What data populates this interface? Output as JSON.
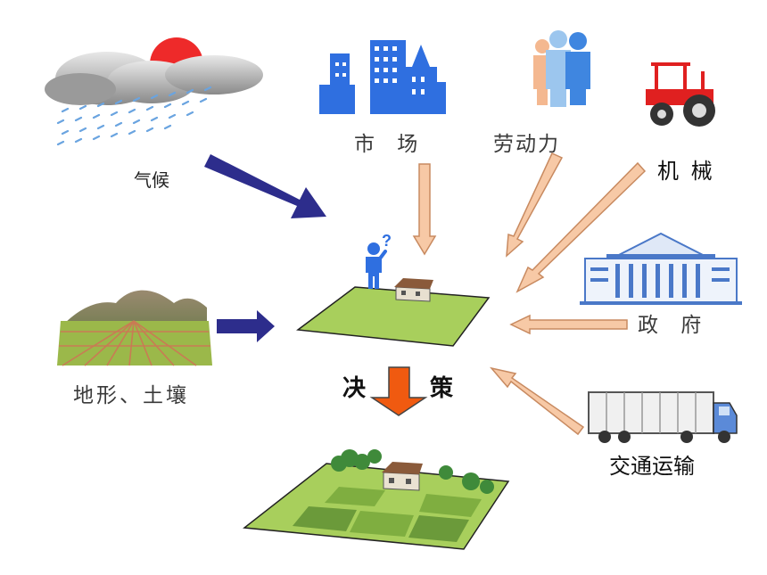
{
  "factors": {
    "climate": "气候",
    "market": "市 场",
    "labor": "劳动力",
    "machinery": "机 械",
    "terrain_soil": "地形、土壤",
    "government": "政 府",
    "transport": "交通运输"
  },
  "decision": {
    "left_char": "决",
    "right_char": "策"
  },
  "colors": {
    "natural_arrow": "#2d2d8c",
    "social_arrow": "#f7c9a6",
    "decision_arrow": "#f05a10",
    "field": "#a8cf5c",
    "city": "#2f6fe0",
    "tractor": "#e02020"
  }
}
